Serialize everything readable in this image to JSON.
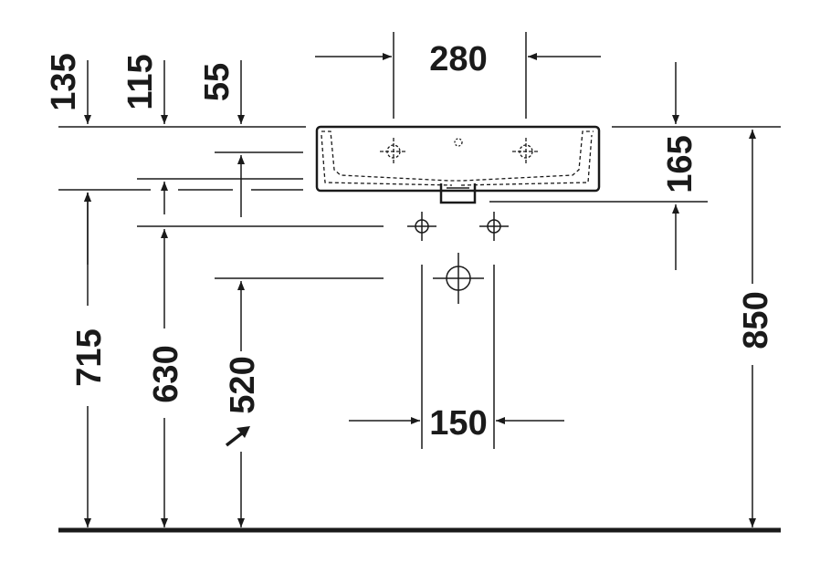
{
  "colors": {
    "line": "#1a1a1a",
    "background": "#ffffff"
  },
  "dimensions": {
    "top_width": "280",
    "right_depth": "165",
    "left_135": "135",
    "left_115": "115",
    "left_55": "55",
    "height_715": "715",
    "height_630": "630",
    "height_520": "520",
    "total_850": "850",
    "bottom_spacing": "150"
  },
  "icons": {
    "pointer": "arrow-pointer-icon"
  }
}
